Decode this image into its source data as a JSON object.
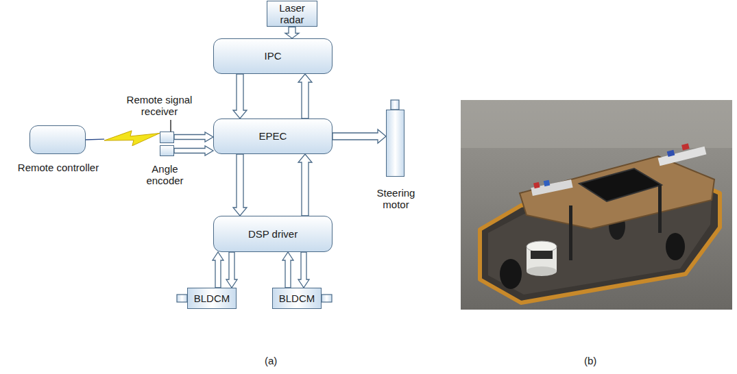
{
  "diagram": {
    "nodes": [
      {
        "text": [
          "Laser radar"
        ]
      },
      {
        "text": [
          "IPC"
        ]
      },
      {
        "text": [
          "Remote controller"
        ]
      },
      {
        "text": [
          "Remote signal receiver"
        ]
      },
      {
        "text": [
          "Angle encoder"
        ]
      },
      {
        "text": [
          "EPEC"
        ]
      },
      {
        "text": [
          "Steering motor"
        ]
      },
      {
        "text": [
          "DSP driver"
        ]
      },
      {
        "text": [
          "BLDCM"
        ]
      },
      {
        "text": [
          "BLDCM"
        ]
      }
    ],
    "edges": [
      {
        "from": 0,
        "to": 1,
        "arrow": "to"
      },
      {
        "from": 1,
        "to": 5,
        "arrow": "to"
      },
      {
        "from": 5,
        "to": 1,
        "arrow": "to"
      },
      {
        "from": 2,
        "to": 3,
        "arrow": "none"
      },
      {
        "from": 3,
        "to": 5,
        "arrow": "to"
      },
      {
        "from": 4,
        "to": 5,
        "arrow": "to"
      },
      {
        "from": 5,
        "to": 6,
        "arrow": "to"
      },
      {
        "from": 5,
        "to": 7,
        "arrow": "to"
      },
      {
        "from": 7,
        "to": 5,
        "arrow": "to"
      },
      {
        "from": 7,
        "to": 8,
        "arrow": "to"
      },
      {
        "from": 8,
        "to": 7,
        "arrow": "to"
      },
      {
        "from": 7,
        "to": 9,
        "arrow": "to"
      },
      {
        "from": 9,
        "to": 7,
        "arrow": "to"
      }
    ],
    "labels": [
      "(a)",
      "(b)"
    ]
  }
}
